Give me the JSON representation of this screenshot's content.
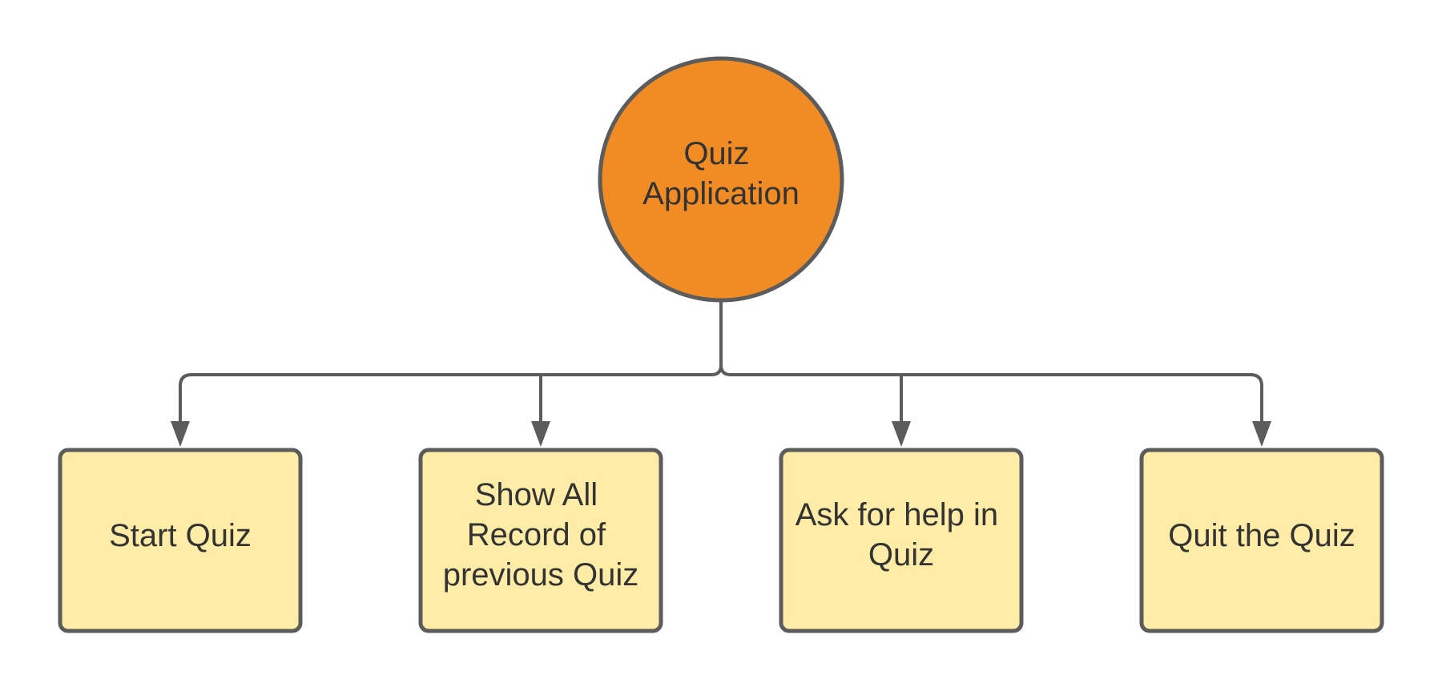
{
  "diagram": {
    "colors": {
      "root_fill": "#f08c23",
      "child_fill": "#ffeca6",
      "stroke": "#5c5c5c",
      "text": "#333333"
    },
    "root": {
      "lines": [
        "Quiz",
        "Application"
      ]
    },
    "children": [
      {
        "lines": [
          "Start Quiz"
        ]
      },
      {
        "lines": [
          "Show All",
          "Record of",
          "previous Quiz"
        ]
      },
      {
        "lines": [
          "Ask for help in",
          "Quiz"
        ]
      },
      {
        "lines": [
          "Quit the Quiz"
        ]
      }
    ]
  }
}
